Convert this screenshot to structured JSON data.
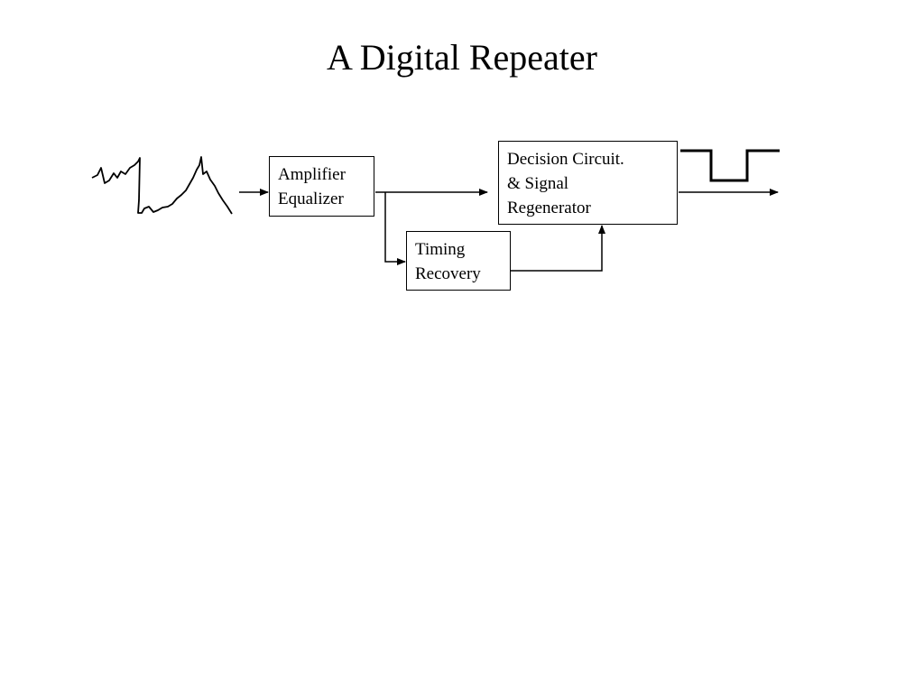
{
  "title": "A Digital Repeater",
  "blocks": {
    "amplifier": {
      "line1": "Amplifier",
      "line2": "Equalizer"
    },
    "timing": {
      "line1": "Timing",
      "line2": "Recovery"
    },
    "decision": {
      "line1": "Decision Circuit.",
      "line2": "& Signal",
      "line3": "Regenerator"
    }
  },
  "colors": {
    "stroke": "#000000",
    "background": "#ffffff"
  }
}
